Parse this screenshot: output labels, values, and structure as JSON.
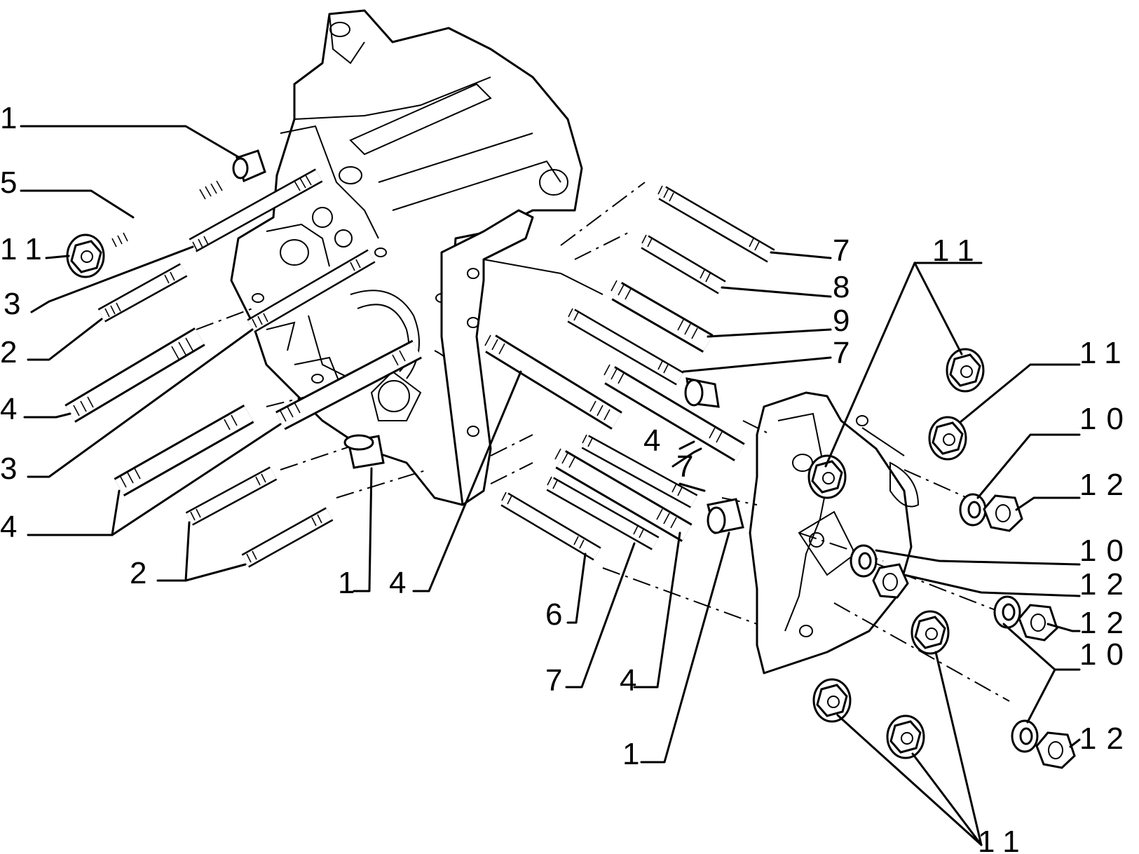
{
  "diagram": {
    "labels": [
      "1",
      "5",
      "11",
      "3",
      "2",
      "4",
      "3",
      "4",
      "2",
      "1",
      "4",
      "6",
      "7",
      "4",
      "1",
      "7",
      "8",
      "9",
      "7",
      "4",
      "7",
      "11",
      "11",
      "10",
      "12",
      "10",
      "12",
      "12",
      "10",
      "12",
      "11"
    ]
  }
}
